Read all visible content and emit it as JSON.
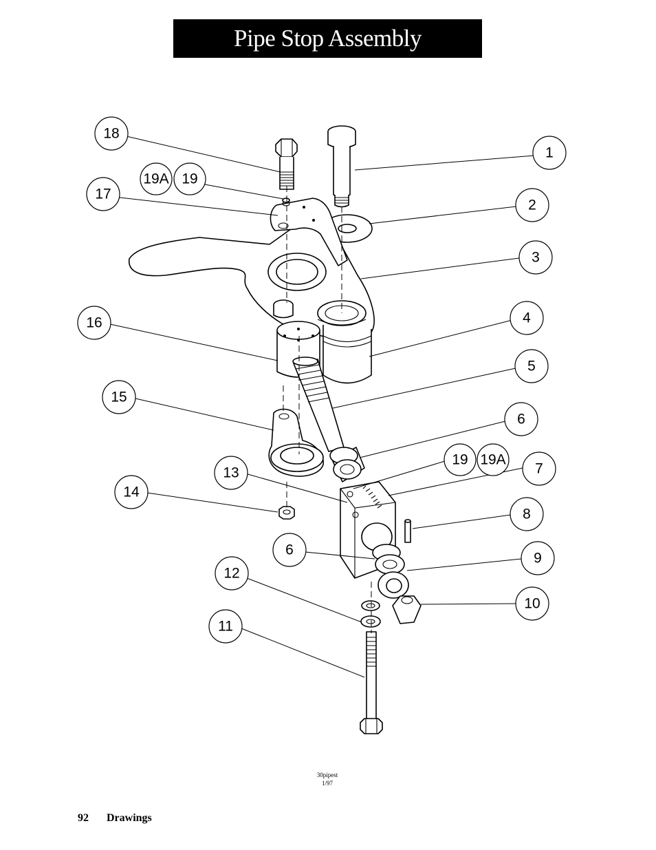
{
  "title": "Pipe Stop Assembly",
  "callouts": [
    {
      "id": "c18",
      "label": "18"
    },
    {
      "id": "c19a-top",
      "label": "19A"
    },
    {
      "id": "c19-top",
      "label": "19"
    },
    {
      "id": "c17",
      "label": "17"
    },
    {
      "id": "c1",
      "label": "1"
    },
    {
      "id": "c2",
      "label": "2"
    },
    {
      "id": "c3",
      "label": "3"
    },
    {
      "id": "c4",
      "label": "4"
    },
    {
      "id": "c16",
      "label": "16"
    },
    {
      "id": "c5",
      "label": "5"
    },
    {
      "id": "c15",
      "label": "15"
    },
    {
      "id": "c6-top",
      "label": "6"
    },
    {
      "id": "c13",
      "label": "13"
    },
    {
      "id": "c19-mid",
      "label": "19"
    },
    {
      "id": "c19a-mid",
      "label": "19A"
    },
    {
      "id": "c7",
      "label": "7"
    },
    {
      "id": "c14",
      "label": "14"
    },
    {
      "id": "c8",
      "label": "8"
    },
    {
      "id": "c6-bottom",
      "label": "6"
    },
    {
      "id": "c9",
      "label": "9"
    },
    {
      "id": "c12",
      "label": "12"
    },
    {
      "id": "c10",
      "label": "10"
    },
    {
      "id": "c11",
      "label": "11"
    }
  ],
  "drawing_id": {
    "code": "30pipest",
    "date": "1/97"
  },
  "footer": {
    "page_number": "92",
    "section": "Drawings"
  }
}
